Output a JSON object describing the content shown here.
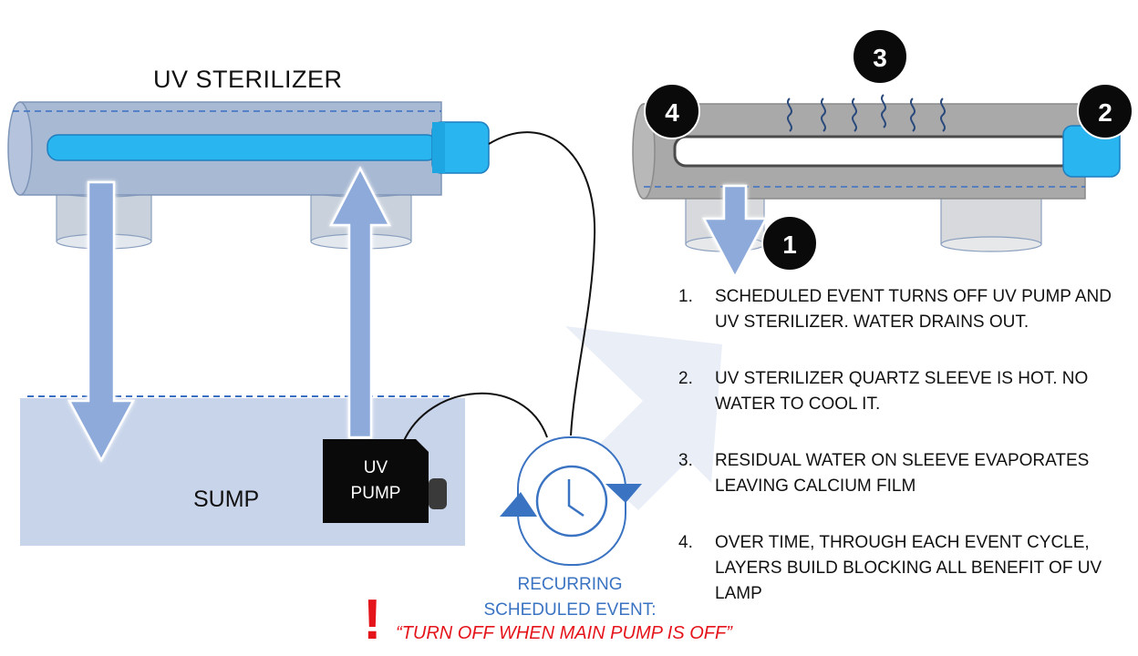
{
  "left_panel": {
    "title": "UV STERILIZER",
    "sump_label": "SUMP",
    "pump_label_line1": "UV",
    "pump_label_line2": "PUMP"
  },
  "timer": {
    "icon": "clock-icon",
    "label_line1": "RECURRING",
    "label_line2": "SCHEDULED EVENT:"
  },
  "warning": {
    "symbol": "!",
    "text": "“TURN OFF WHEN MAIN PUMP IS OFF”"
  },
  "right_panel": {
    "badges": [
      "1",
      "2",
      "3",
      "4"
    ],
    "steps": [
      {
        "num": "1.",
        "text": "SCHEDULED EVENT TURNS OFF UV PUMP AND UV STERILIZER. WATER DRAINS OUT."
      },
      {
        "num": "2.",
        "text": "UV STERILIZER QUARTZ SLEEVE IS HOT. NO WATER TO COOL IT."
      },
      {
        "num": "3.",
        "text": "RESIDUAL WATER ON SLEEVE EVAPORATES LEAVING CALCIUM FILM"
      },
      {
        "num": "4.",
        "text": "OVER TIME, THROUGH EACH EVENT CYCLE, LAYERS BUILD BLOCKING ALL BENEFIT OF UV LAMP"
      }
    ]
  },
  "colors": {
    "water": "#c5d3ea",
    "arrow": "#8eaadb",
    "lamp": "#29b5f0",
    "body_gray": "#a9a9a9",
    "accent_blue": "#3a73c2",
    "warning_red": "#e5141b"
  }
}
